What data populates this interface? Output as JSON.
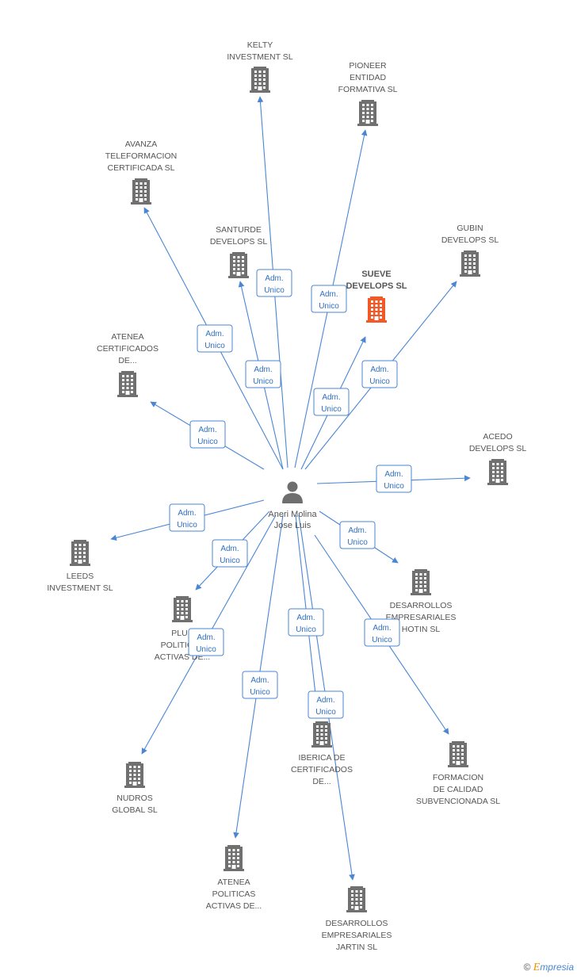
{
  "person": {
    "name_lines": [
      "Aneri Molina",
      "Jose Luis"
    ]
  },
  "colors": {
    "edge": "#4a86d4",
    "building": "#707070",
    "building_highlight": "#f05a28",
    "role_text": "#2f6fc2",
    "label": "#555555"
  },
  "companies": [
    {
      "id": "kelty",
      "lines": [
        "KELTY",
        "INVESTMENT SL"
      ],
      "role": [
        "Adm.",
        "Unico"
      ]
    },
    {
      "id": "pioneer",
      "lines": [
        "PIONEER",
        "ENTIDAD",
        "FORMATIVA SL"
      ],
      "role": [
        "Adm.",
        "Unico"
      ]
    },
    {
      "id": "avanza",
      "lines": [
        "AVANZA",
        "TELEFORMACION",
        "CERTIFICADA SL"
      ],
      "role": [
        "Adm.",
        "Unico"
      ]
    },
    {
      "id": "santurde",
      "lines": [
        "SANTURDE",
        "DEVELOPS SL"
      ],
      "role": [
        "Adm.",
        "Unico"
      ]
    },
    {
      "id": "gubin",
      "lines": [
        "GUBIN",
        "DEVELOPS SL"
      ],
      "role": [
        "Adm.",
        "Unico"
      ]
    },
    {
      "id": "sueve",
      "lines": [
        "SUEVE",
        "DEVELOPS SL"
      ],
      "role": [
        "Adm.",
        "Unico"
      ],
      "highlight": true
    },
    {
      "id": "atenea-cert",
      "lines": [
        "ATENEA",
        "CERTIFICADOS",
        "DE..."
      ],
      "role": [
        "Adm.",
        "Unico"
      ]
    },
    {
      "id": "acedo",
      "lines": [
        "ACEDO",
        "DEVELOPS SL"
      ],
      "role": [
        "Adm.",
        "Unico"
      ]
    },
    {
      "id": "leeds",
      "lines": [
        "LEEDS",
        "INVESTMENT SL"
      ],
      "role": [
        "Adm.",
        "Unico"
      ]
    },
    {
      "id": "plus",
      "lines": [
        "PLUS",
        "POLITICAS",
        "ACTIVAS DE..."
      ],
      "role": [
        "Adm.",
        "Unico"
      ]
    },
    {
      "id": "desarrollos-hotin",
      "lines": [
        "DESARROLLOS",
        "EMPRESARIALES",
        "HOTIN SL"
      ],
      "role": [
        "Adm.",
        "Unico"
      ]
    },
    {
      "id": "nudros",
      "lines": [
        "NUDROS",
        "GLOBAL SL"
      ],
      "role": [
        "Adm.",
        "Unico"
      ]
    },
    {
      "id": "iberica",
      "lines": [
        "IBERICA DE",
        "CERTIFICADOS",
        "DE..."
      ],
      "role": [
        "Adm.",
        "Unico"
      ]
    },
    {
      "id": "formacion",
      "lines": [
        "FORMACION",
        "DE CALIDAD",
        "SUBVENCIONADA SL"
      ],
      "role": [
        "Adm.",
        "Unico"
      ]
    },
    {
      "id": "atenea-pol",
      "lines": [
        "ATENEA",
        "POLITICAS",
        "ACTIVAS DE..."
      ],
      "role": [
        "Adm.",
        "Unico"
      ]
    },
    {
      "id": "desarrollos-jartin",
      "lines": [
        "DESARROLLOS",
        "EMPRESARIALES",
        "JARTIN SL"
      ],
      "role": [
        "Adm.",
        "Unico"
      ]
    }
  ],
  "branding": {
    "copyright": "©",
    "initial": "E",
    "rest": "mpresia"
  }
}
